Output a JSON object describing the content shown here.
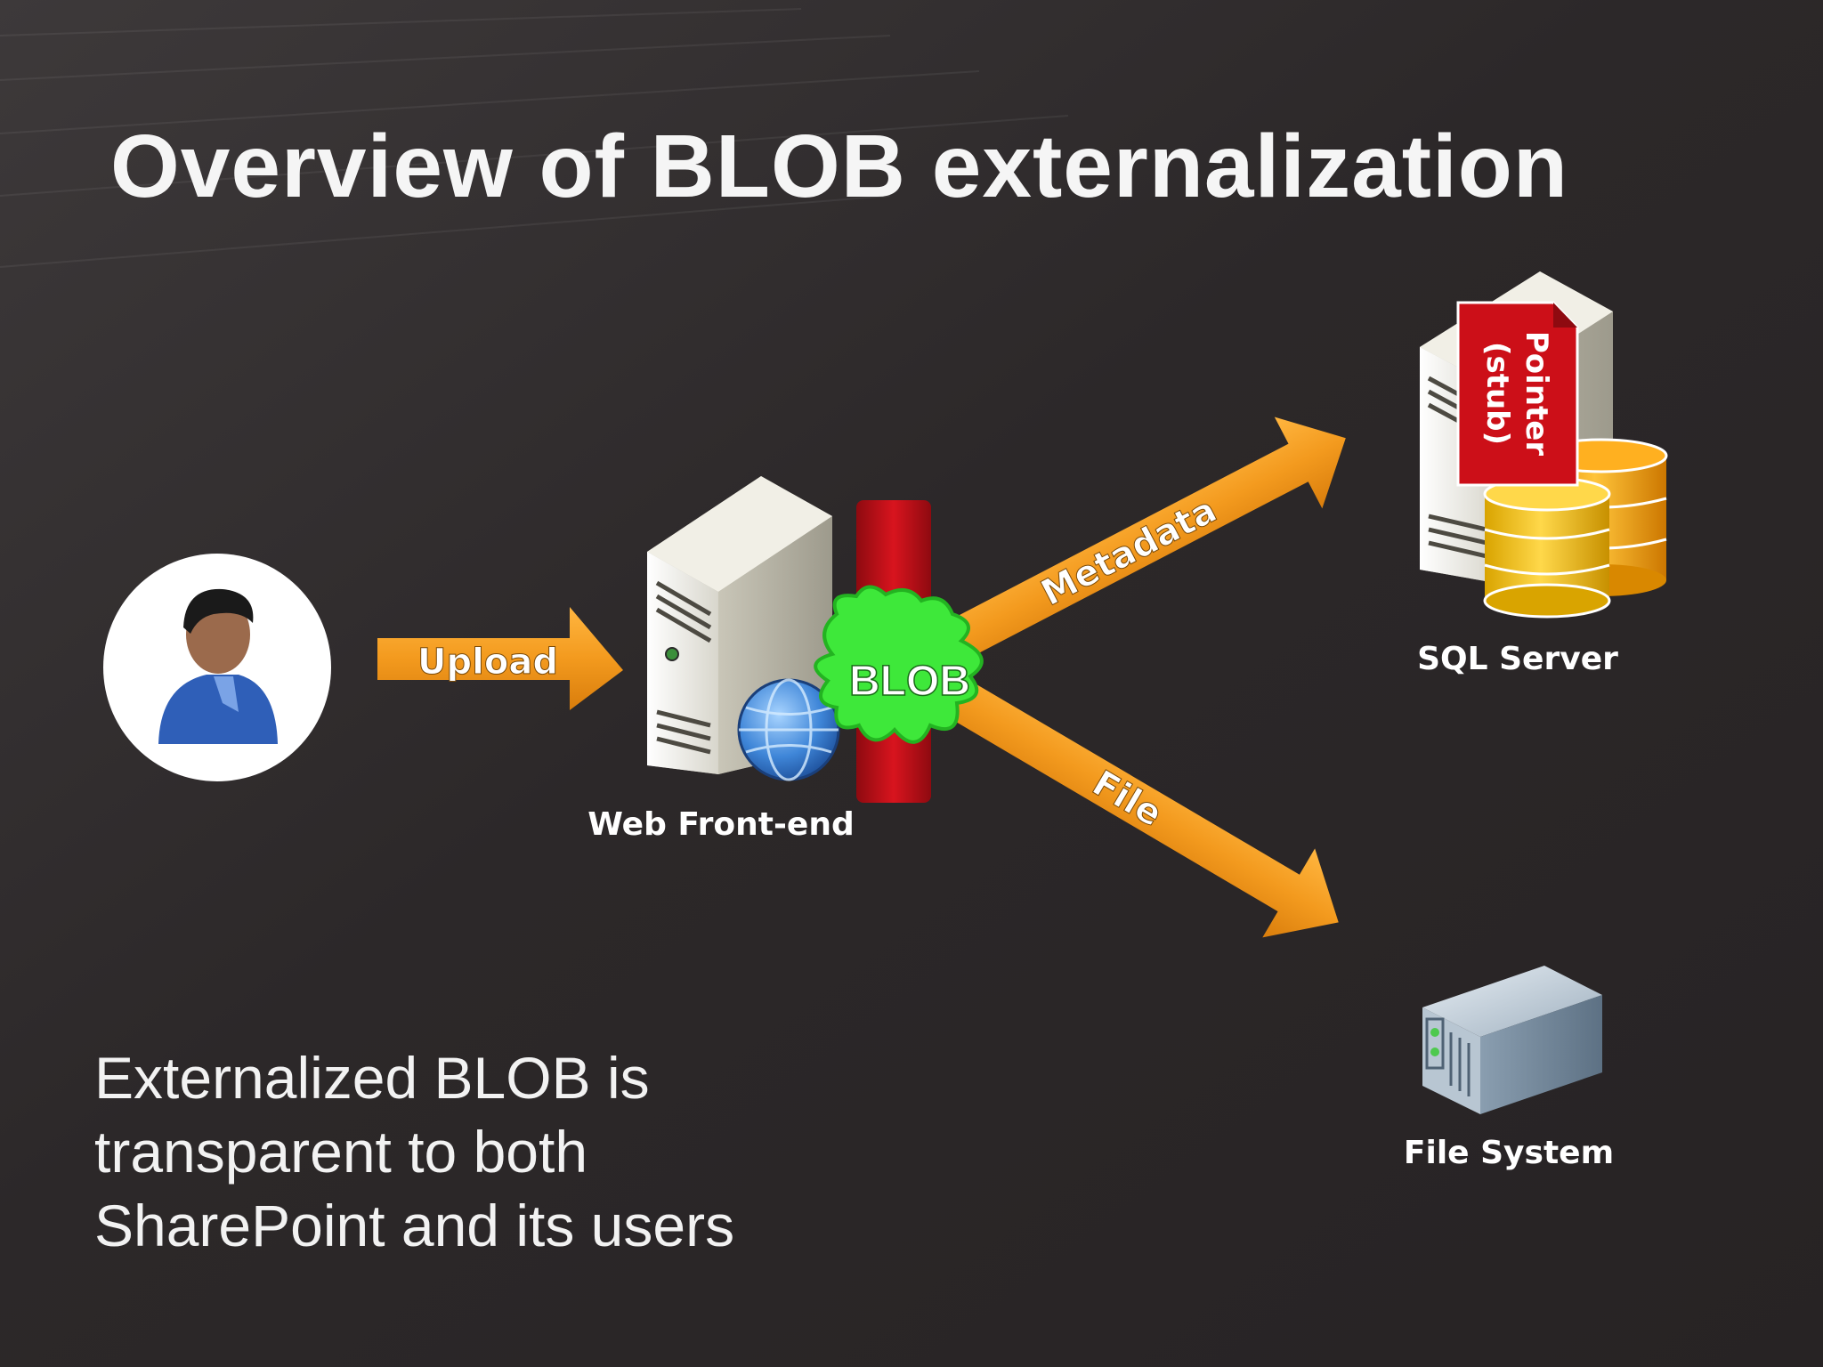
{
  "slide": {
    "title": "Overview of BLOB externalization",
    "body_lines": [
      "Externalized BLOB is",
      "transparent to both",
      "SharePoint and its users"
    ]
  },
  "diagram": {
    "nodes": {
      "user": {
        "label": ""
      },
      "web_front_end": {
        "label": "Web Front-end"
      },
      "sql_server": {
        "label": "SQL Server"
      },
      "file_system": {
        "label": "File System"
      },
      "blob": {
        "label": "BLOB"
      },
      "pointer_stub": {
        "line1": "Pointer",
        "line2": "(stub)"
      }
    },
    "edges": {
      "upload": {
        "label": "Upload"
      },
      "metadata": {
        "label": "Metadata"
      },
      "file": {
        "label": "File"
      }
    }
  },
  "colors": {
    "background": "#2c2829",
    "arrow": "#f39a1e",
    "barrier_red": "#c8101a",
    "blob_green": "#3ee83a",
    "database_gold": "#f0c020",
    "text": "#ffffff"
  }
}
